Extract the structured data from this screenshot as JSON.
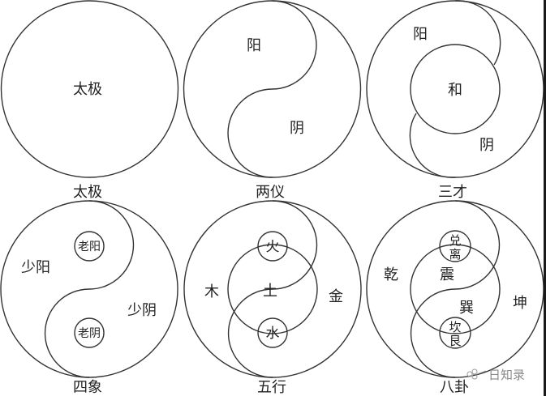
{
  "colors": {
    "stroke": "#333333",
    "text": "#222222",
    "background": "#ffffff",
    "watermark": "#8a8a8a"
  },
  "diagrams": [
    {
      "title": "太极",
      "labels": {
        "center": "太极"
      }
    },
    {
      "title": "两仪",
      "labels": {
        "yang": "阳",
        "yin": "阴"
      }
    },
    {
      "title": "三才",
      "labels": {
        "yang": "阳",
        "he": "和",
        "yin": "阴"
      }
    },
    {
      "title": "四象",
      "labels": {
        "old_yang": "老阳",
        "shao_yang": "少阳",
        "old_yin": "老阴",
        "shao_yin": "少阴"
      }
    },
    {
      "title": "五行",
      "labels": {
        "fire": "火",
        "wood": "木",
        "earth": "土",
        "metal": "金",
        "water": "水"
      }
    },
    {
      "title": "八卦",
      "labels": {
        "dui": "兑",
        "li": "离",
        "qian": "乾",
        "zhen": "震",
        "xun": "巽",
        "kun": "坤",
        "kan": "坎",
        "gen": "艮"
      }
    }
  ],
  "watermark": {
    "icon": "wechat-flower-icon",
    "text": "日知录"
  }
}
